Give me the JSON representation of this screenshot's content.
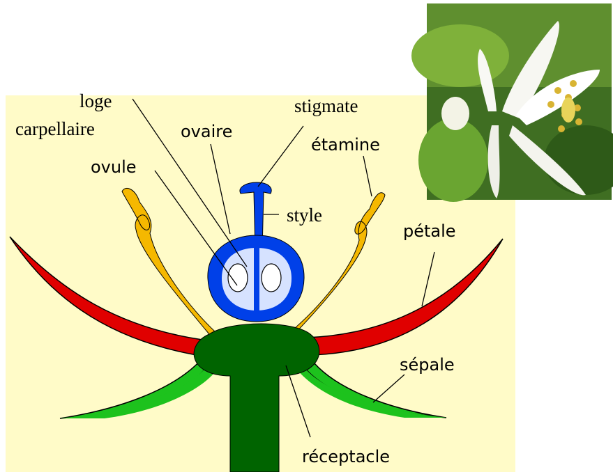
{
  "labels": {
    "loge_carpellaire_line1": "loge",
    "loge_carpellaire_line2": "carpellaire",
    "stigmate": "stigmate",
    "ovaire": "ovaire",
    "etamine": "étamine",
    "ovule": "ovule",
    "style": "style",
    "petale": "pétale",
    "sepale": "sépale",
    "receptacle": "réceptacle"
  },
  "colors": {
    "background": "#fffbc8",
    "petal": "#e00000",
    "stamen": "#f5b800",
    "sepal": "#1dc21d",
    "receptacle": "#006400",
    "pistil": "#0040e8",
    "ovary_interior": "#d6e2ff"
  },
  "photo": {
    "subject": "white-flower-photo"
  }
}
